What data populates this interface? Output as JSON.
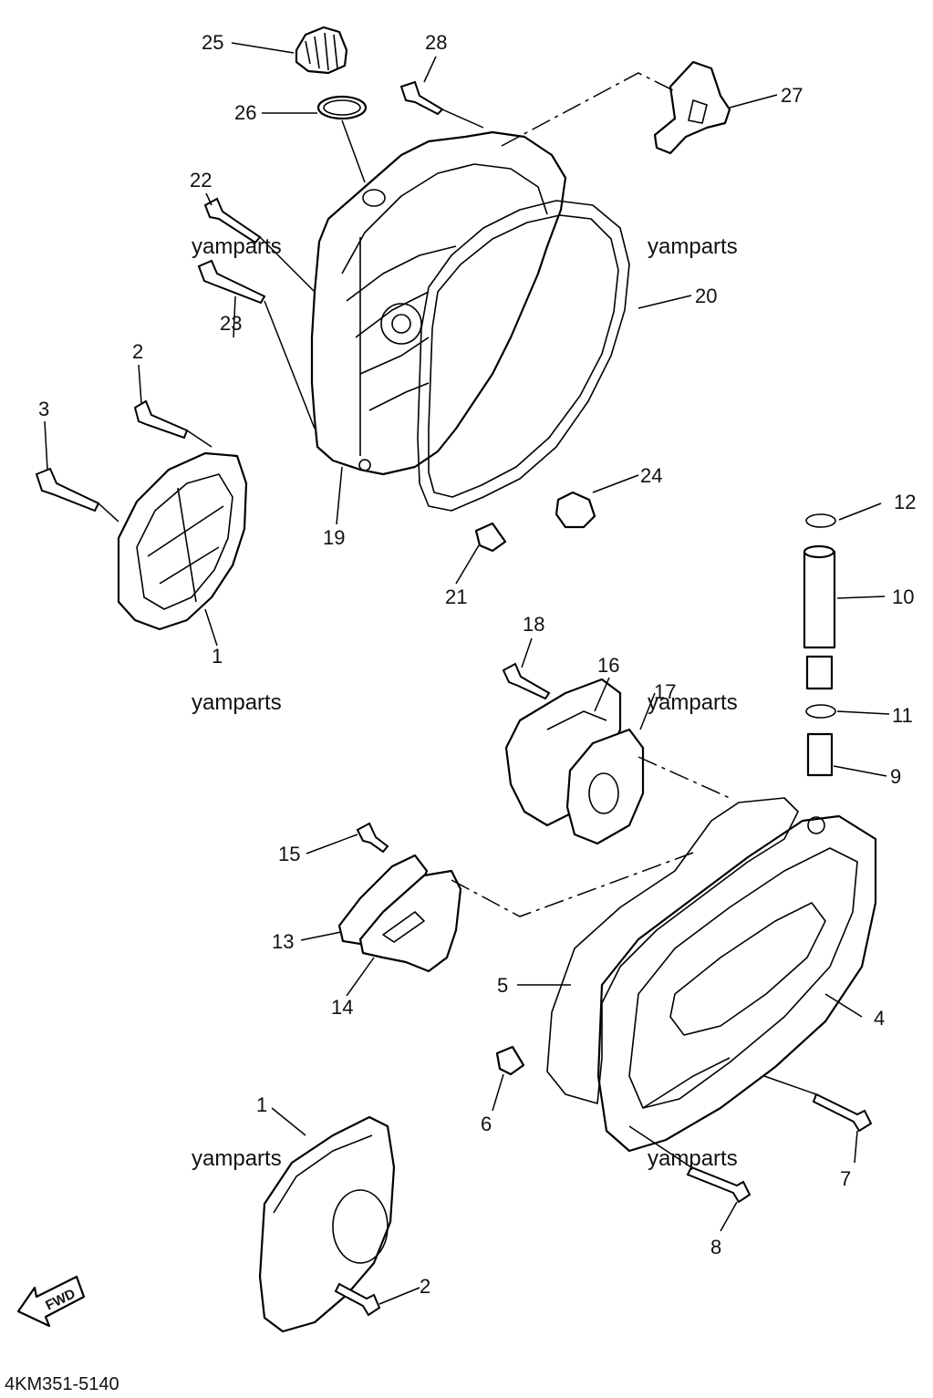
{
  "callouts": [
    "1",
    "2",
    "3",
    "4",
    "5",
    "6",
    "7",
    "8",
    "9",
    "10",
    "11",
    "12",
    "13",
    "14",
    "15",
    "16",
    "17",
    "18",
    "19",
    "20",
    "21",
    "22",
    "23",
    "24",
    "25",
    "26",
    "27",
    "28"
  ],
  "bottom_callouts": {
    "cover_1": "1",
    "bolt_2": "2"
  },
  "watermark": "yamparts",
  "diagram_code": "4KM351-5140",
  "fwd_label": "FWD"
}
